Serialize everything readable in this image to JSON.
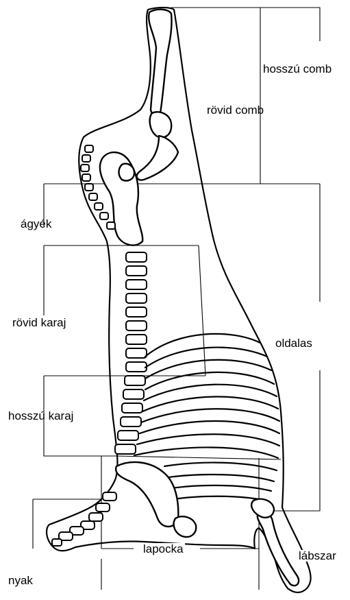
{
  "labels": {
    "hosszu_comb": "hosszú comb",
    "rovid_comb": "rövid comb",
    "agyek": "ágyék",
    "rovid_karaj": "rövid karaj",
    "oldalas": "oldalas",
    "hosszu_karaj": "hosszú karaj",
    "labszar": "lábszar",
    "lapocka": "lapocka",
    "nyak": "nyak"
  },
  "colors": {
    "line": "#000000",
    "background": "#ffffff"
  }
}
